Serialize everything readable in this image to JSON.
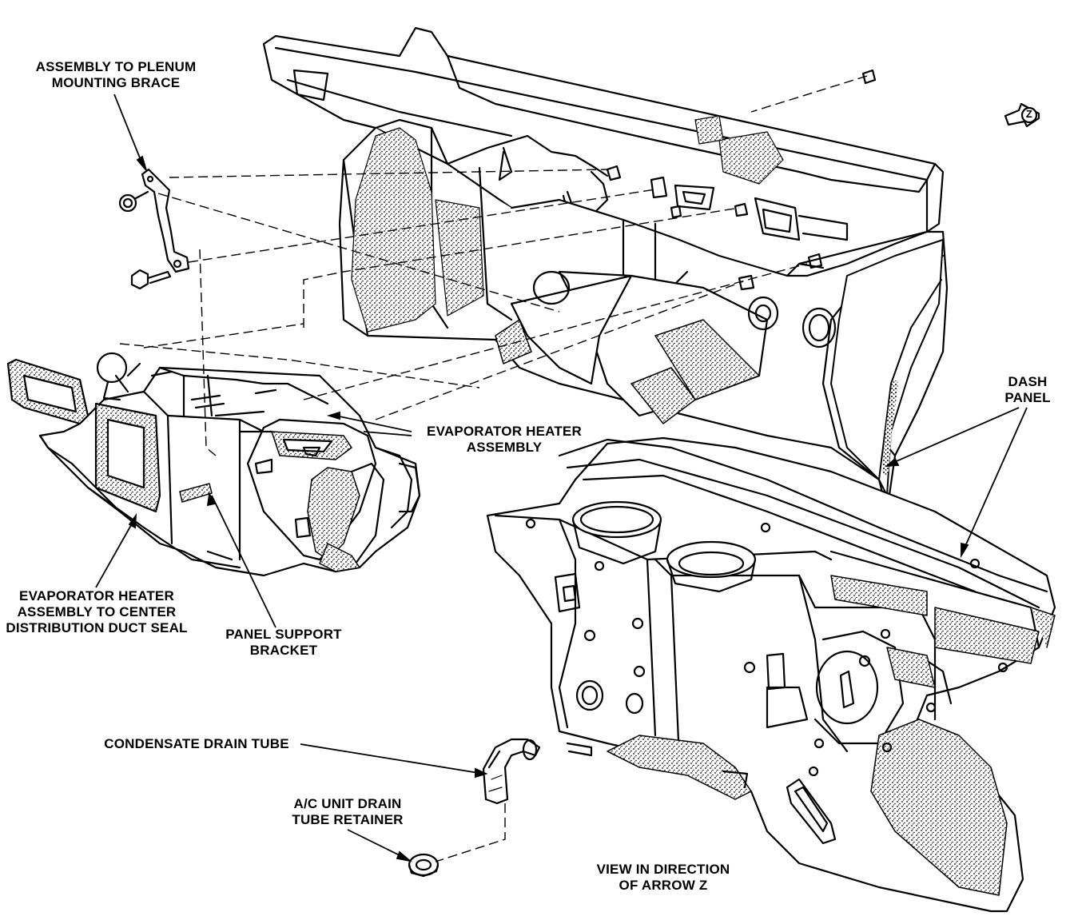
{
  "labels": {
    "plenum_brace": [
      "ASSEMBLY TO PLENUM",
      "MOUNTING BRACE"
    ],
    "evap_heater": [
      "EVAPORATOR HEATER",
      "ASSEMBLY"
    ],
    "dash_panel": [
      "DASH",
      "PANEL"
    ],
    "duct_seal": [
      "EVAPORATOR HEATER",
      "ASSEMBLY TO CENTER",
      "DISTRIBUTION DUCT SEAL"
    ],
    "panel_support": [
      "PANEL SUPPORT",
      "BRACKET"
    ],
    "drain_tube": "CONDENSATE DRAIN TUBE",
    "drain_retainer": [
      "A/C UNIT DRAIN",
      "TUBE RETAINER"
    ],
    "view_note": [
      "VIEW IN DIRECTION",
      "OF ARROW Z"
    ],
    "arrow_z": "Z"
  }
}
